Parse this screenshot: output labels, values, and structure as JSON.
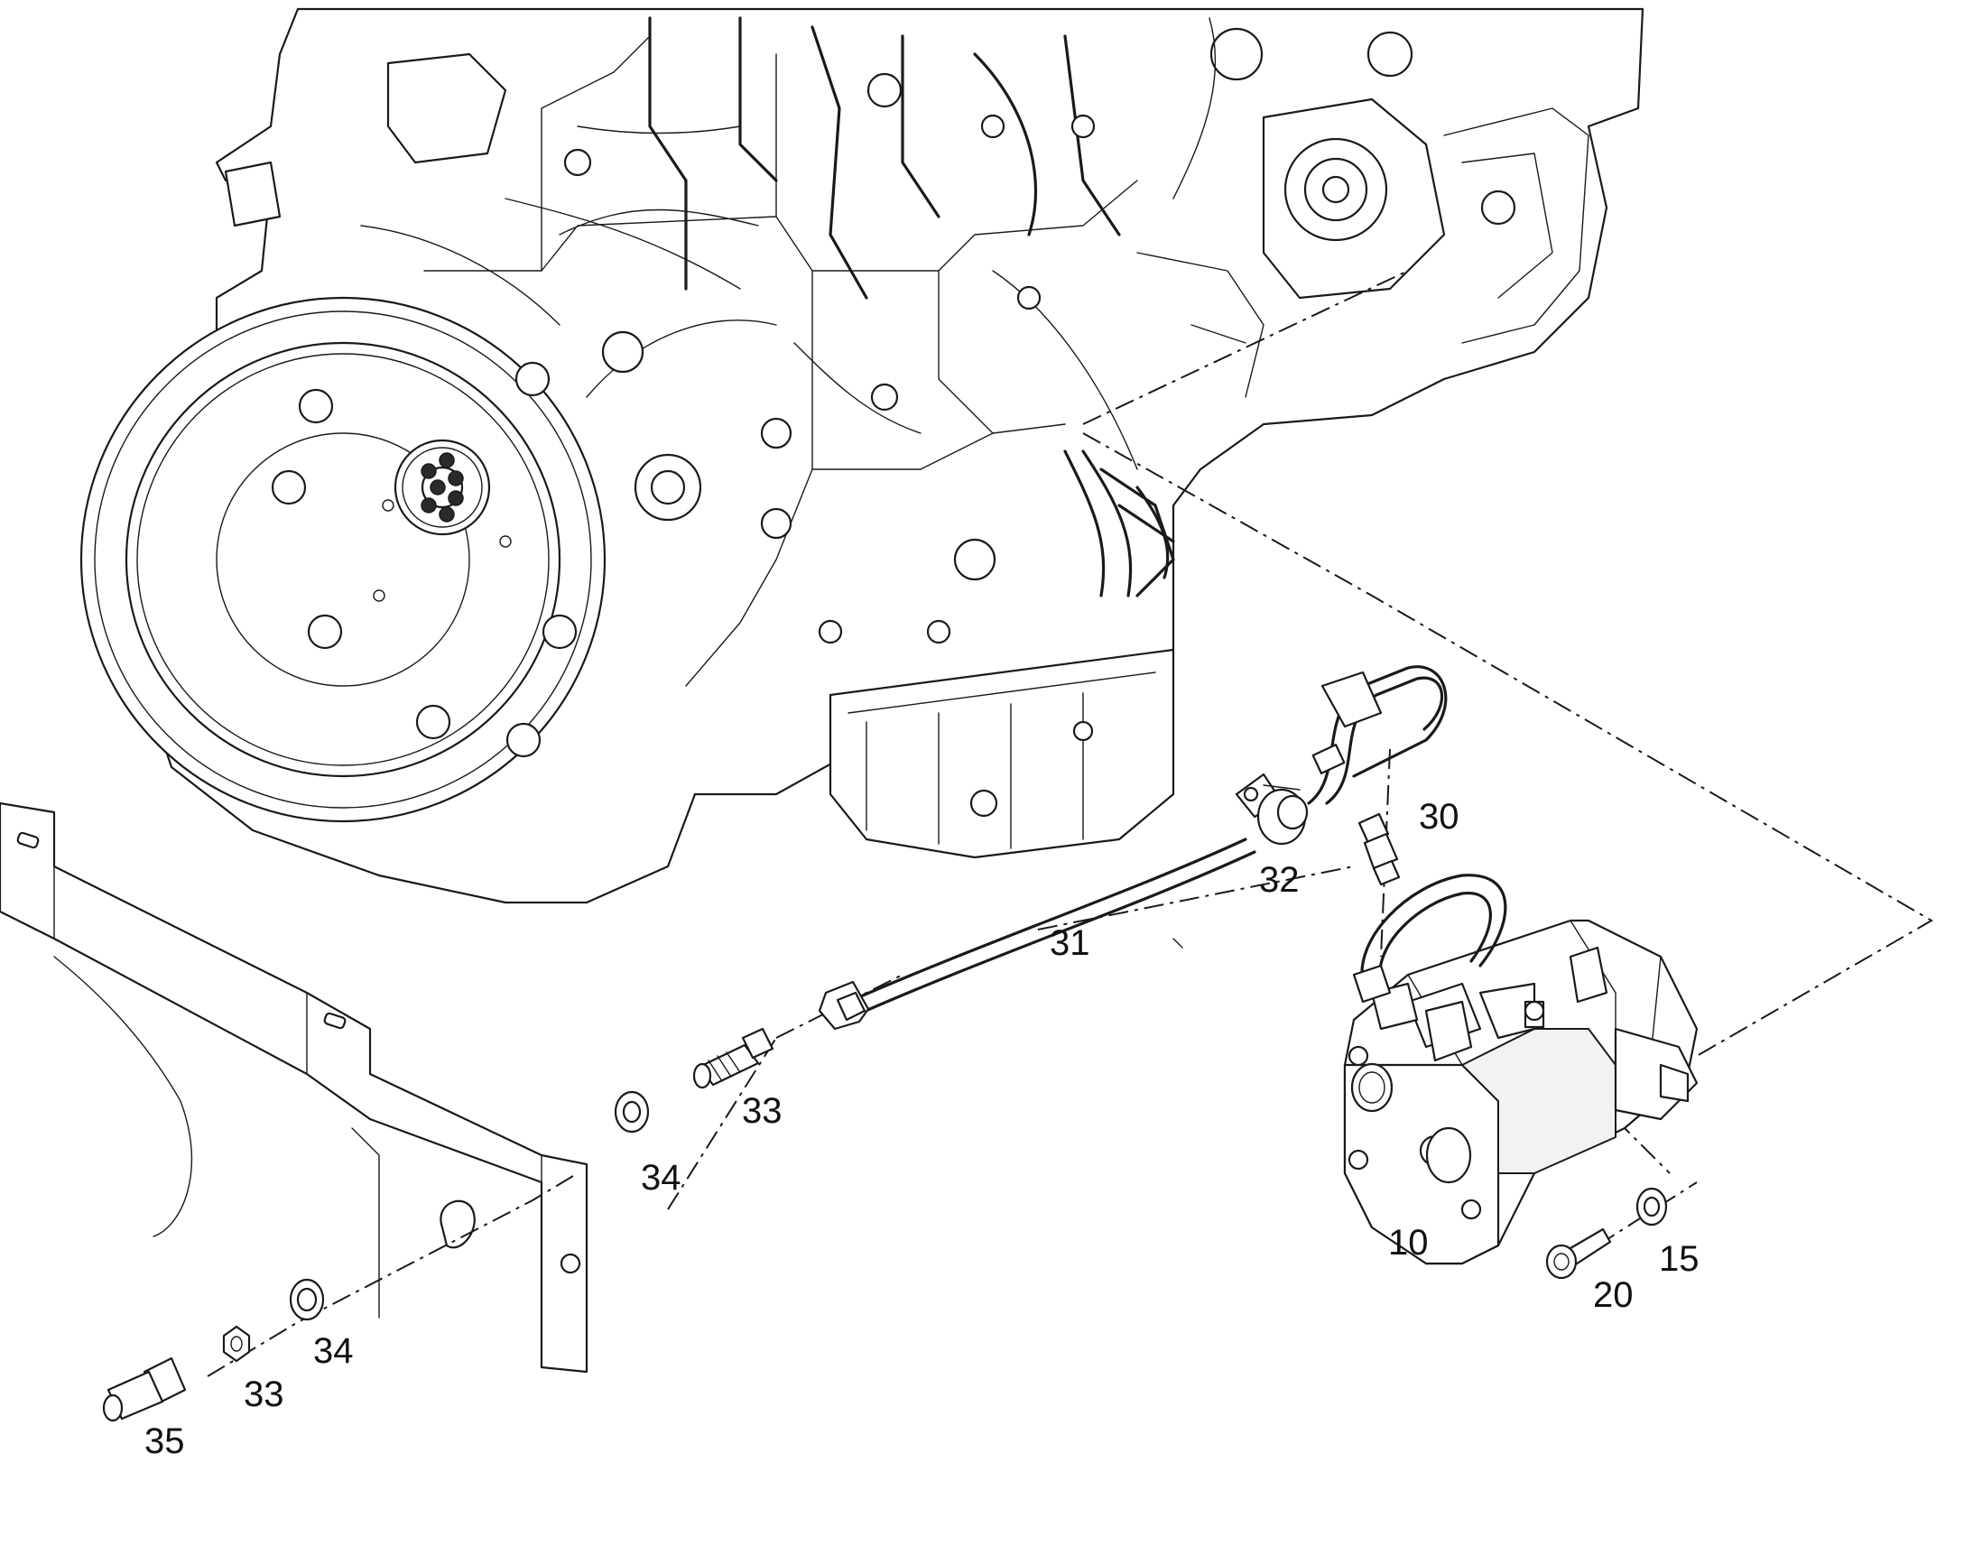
{
  "callouts": {
    "c10": "10",
    "c15": "15",
    "c20": "20",
    "c30": "30",
    "c31": "31",
    "c32": "32",
    "c33a": "33",
    "c33b": "33",
    "c34a": "34",
    "c34b": "34",
    "c35": "35"
  }
}
